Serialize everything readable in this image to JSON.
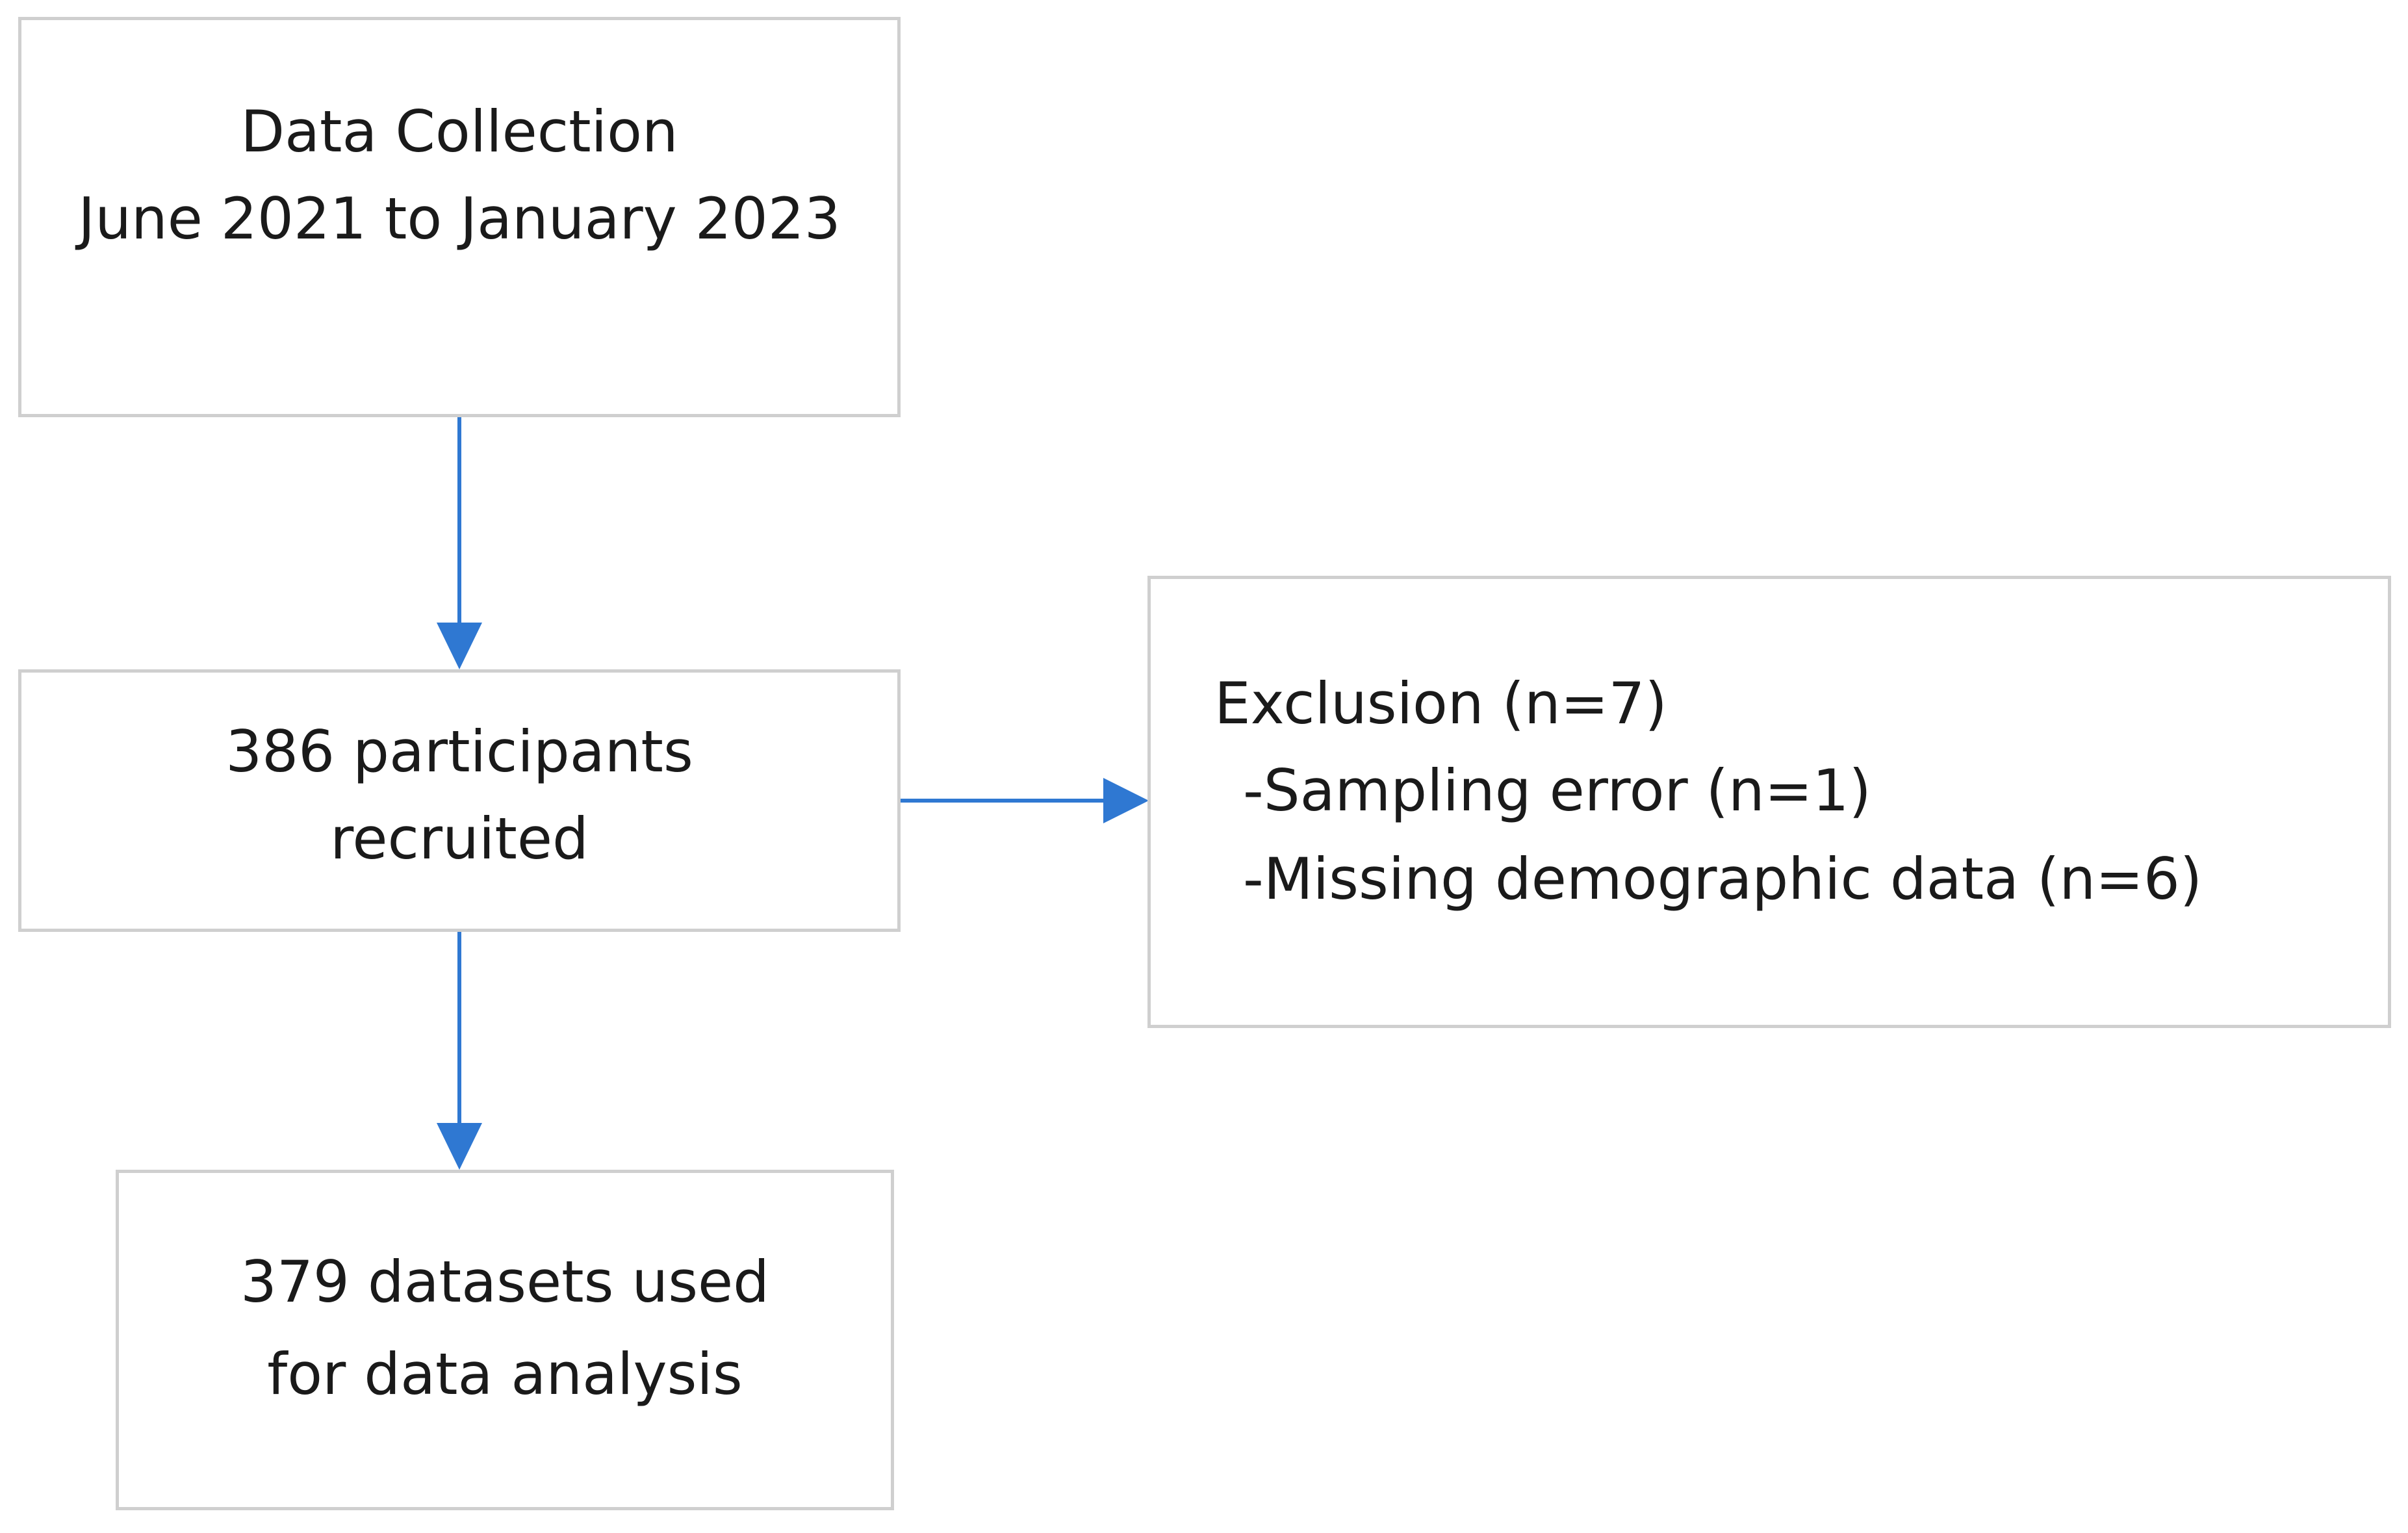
{
  "nodes": {
    "data_collection": {
      "lines": [
        "Data Collection",
        "June 2021 to January 2023"
      ]
    },
    "recruited": {
      "lines": [
        "386 participants",
        "recruited"
      ]
    },
    "exclusion": {
      "lines": [
        "Exclusion (n=7)",
        "-Sampling error (n=1)",
        "-Missing demographic data (n=6)"
      ]
    },
    "analysis": {
      "lines": [
        "379 datasets used",
        "for data analysis"
      ]
    }
  },
  "edges": [
    {
      "from": "data_collection",
      "to": "recruited"
    },
    {
      "from": "recruited",
      "to": "exclusion"
    },
    {
      "from": "recruited",
      "to": "analysis"
    }
  ],
  "colors": {
    "arrow": "#2f78d2",
    "box_border": "#cfcfcf",
    "text": "#1a1a1a"
  }
}
